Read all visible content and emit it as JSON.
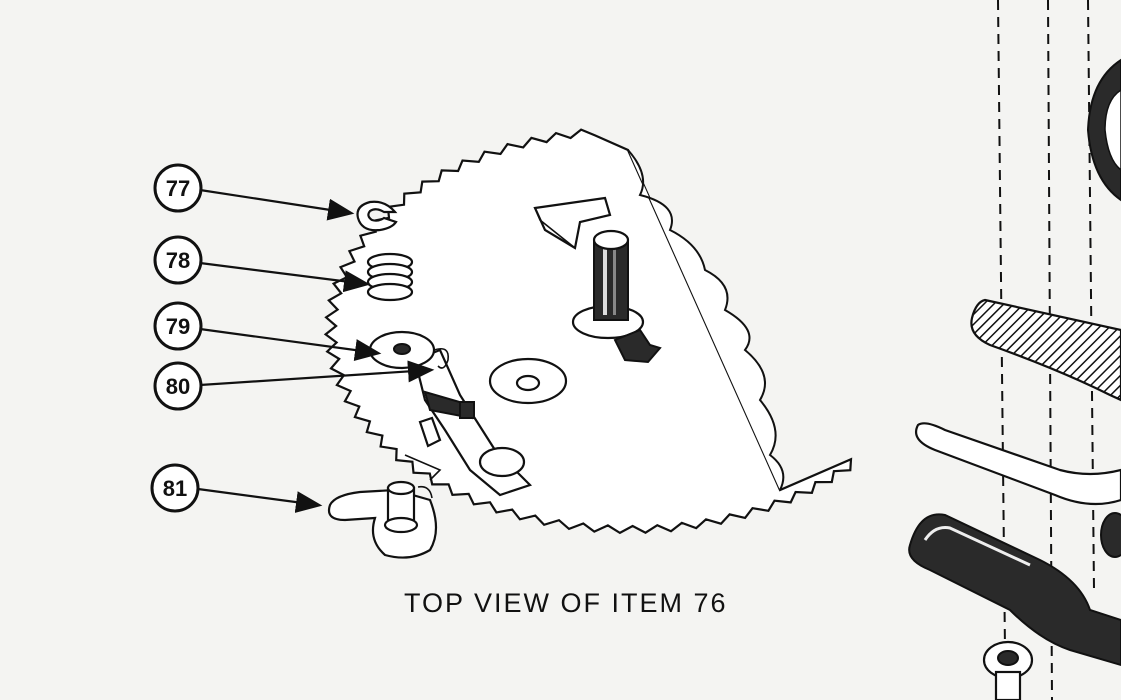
{
  "callouts": [
    {
      "label": "77",
      "part": "e-clip"
    },
    {
      "label": "78",
      "part": "spring"
    },
    {
      "label": "79",
      "part": "washer"
    },
    {
      "label": "80",
      "part": "lever"
    },
    {
      "label": "81",
      "part": "pivot-arm"
    }
  ],
  "caption": "TOP VIEW OF ITEM 76"
}
